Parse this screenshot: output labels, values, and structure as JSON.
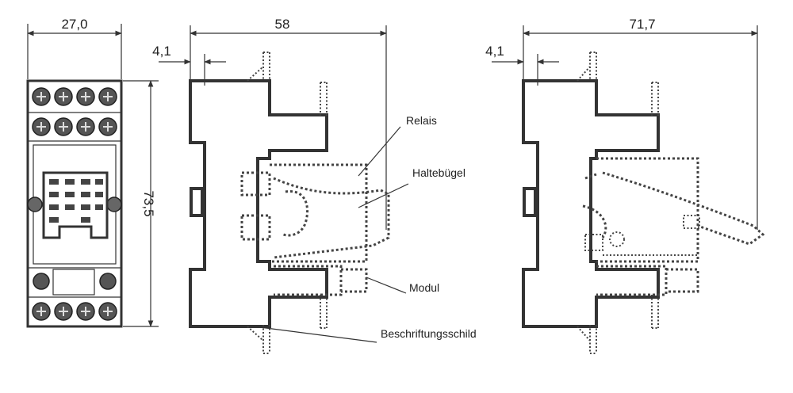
{
  "dimensions": {
    "front_width": "27,0",
    "front_height": "73,5",
    "side_width": "58",
    "side_offset": "4,1",
    "open_width": "71,7",
    "open_offset": "4,1"
  },
  "labels": {
    "relais": "Relais",
    "haltebuegel": "Haltebügel",
    "modul": "Modul",
    "beschriftungsschild": "Beschriftungsschild"
  }
}
